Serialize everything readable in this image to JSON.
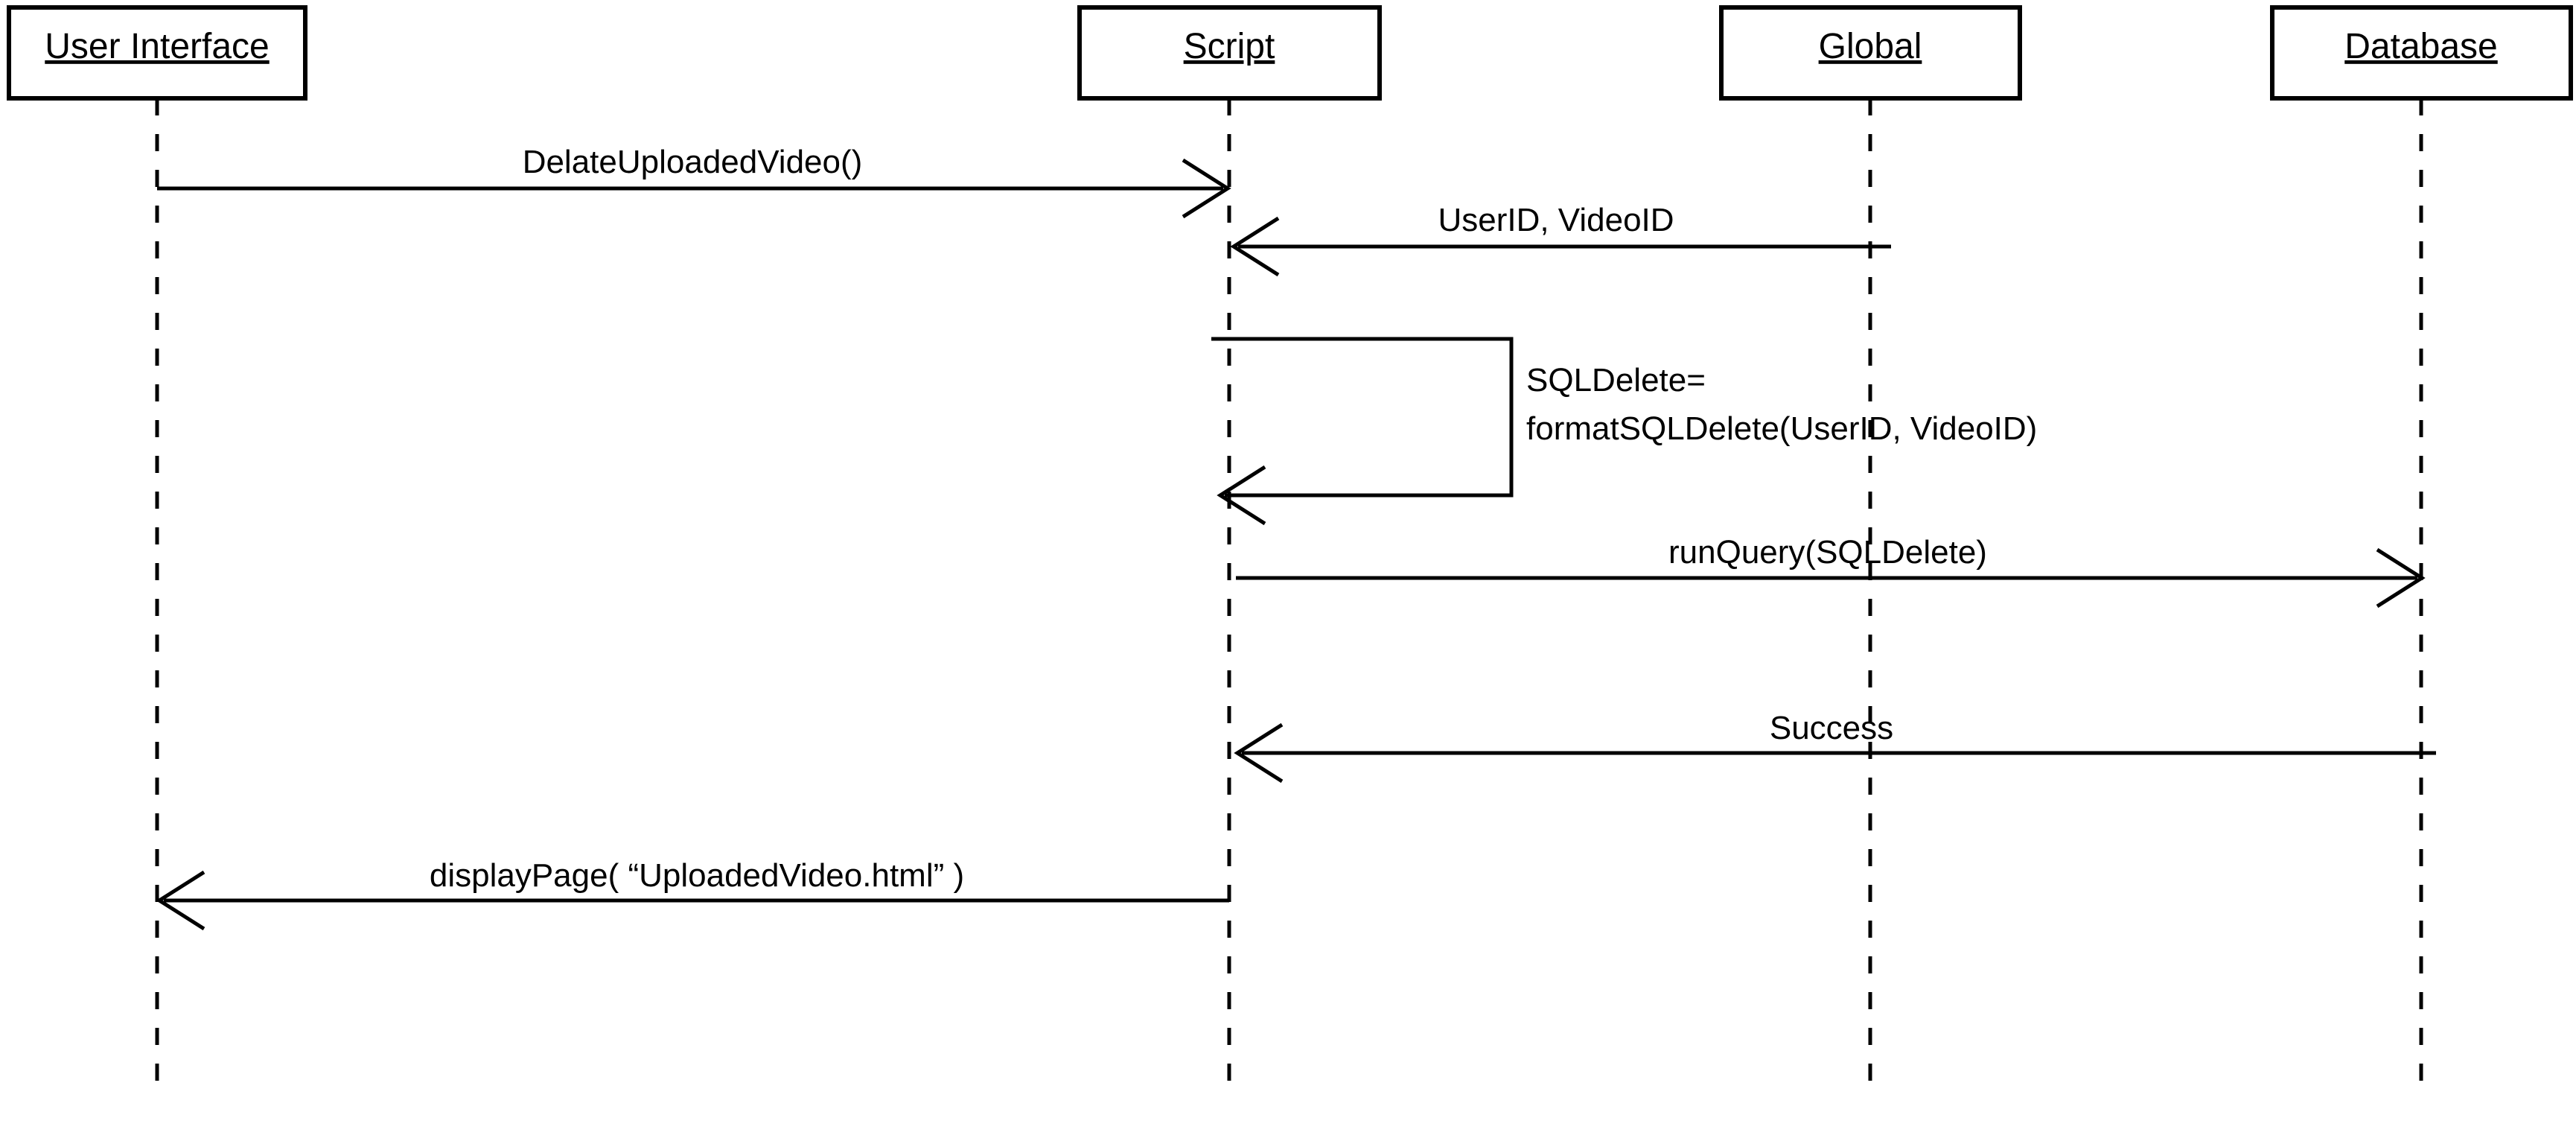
{
  "page": {
    "background": "#ffffff"
  },
  "diagram": {
    "type": "uml-sequence-diagram",
    "colors": {
      "stroke": "#000000",
      "text": "#000000",
      "background": "#ffffff"
    },
    "actors": [
      {
        "name": "User Interface"
      },
      {
        "name": "Script"
      },
      {
        "name": "Global"
      },
      {
        "name": "Database"
      }
    ],
    "messages": [
      {
        "from": "User Interface",
        "to": "Script",
        "label": "DelateUploadedVideo()"
      },
      {
        "from": "Global",
        "to": "Script",
        "label": "UserID, VideoID"
      },
      {
        "from": "Script",
        "to": "Script",
        "lines": [
          "SQLDelete=",
          "formatSQLDelete(UserID, VideoID)"
        ]
      },
      {
        "from": "Script",
        "to": "Database",
        "label": "runQuery(SQLDelete)"
      },
      {
        "from": "Database",
        "to": "Script",
        "label": "Success"
      },
      {
        "from": "Script",
        "to": "User Interface",
        "label": "displayPage( “UploadedVideo.html” )"
      }
    ]
  }
}
